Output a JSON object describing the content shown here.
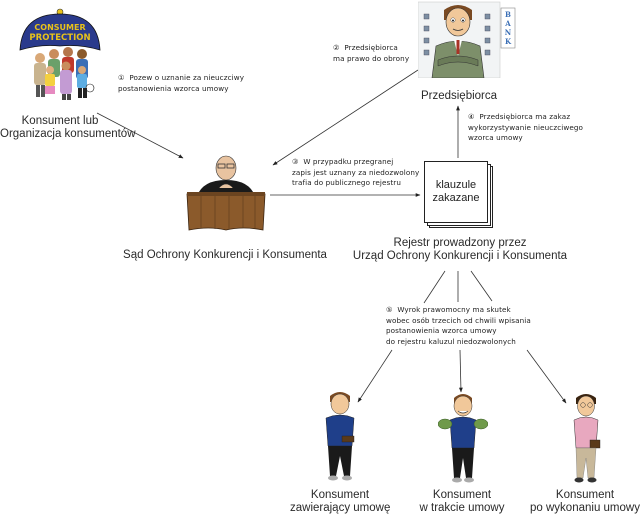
{
  "diagram": {
    "nodes": {
      "consumer": {
        "icon": "consumer-protection-umbrella-icon",
        "umbrella_text": "CONSUMER PROTECTION",
        "label_line1": "Konsument lub",
        "label_line2": "Organizacja konsumentów"
      },
      "entrepreneur": {
        "icon": "businessman-bank-icon",
        "bank_sign": "BANK",
        "label": "Przedsiębiorca"
      },
      "court": {
        "icon": "judge-icon",
        "label": "Sąd Ochrony Konkurencji i Konsumenta"
      },
      "register": {
        "icon": "document-stack-icon",
        "doc_line1": "klauzule",
        "doc_line2": "zakazane",
        "label_line1": "Rejestr prowadzony przez",
        "label_line2": "Urząd Ochrony Konkurencji i Konsumenta"
      },
      "consumer_entering": {
        "icon": "consumer-with-wallet-icon",
        "label_line1": "Konsument",
        "label_line2": "zawierający umowę"
      },
      "consumer_during": {
        "icon": "consumer-with-money-icon",
        "label_line1": "Konsument",
        "label_line2": "w trakcie umowy"
      },
      "consumer_after": {
        "icon": "consumer-empty-wallet-icon",
        "label_line1": "Konsument",
        "label_line2": "po wykonaniu umowy"
      }
    },
    "steps": [
      {
        "marker": "①",
        "lines": [
          "Pozew o uznanie za nieuczciwy",
          "postanowienia wzorca umowy"
        ]
      },
      {
        "marker": "②",
        "lines": [
          "Przedsiębiorca",
          "ma prawo do obrony"
        ]
      },
      {
        "marker": "③",
        "lines": [
          "W przypadku przegranej",
          "zapis jest uznany za niedozwolony",
          "trafia do publicznego rejestru"
        ]
      },
      {
        "marker": "④",
        "lines": [
          "Przedsiębiorca ma zakaz",
          "wykorzystywanie nieuczciwego",
          "wzorca umowy"
        ]
      },
      {
        "marker": "⑤",
        "lines": [
          "Wyrok prawomocny ma skutek",
          "wobec osób trzecich od chwili wpisania",
          "postanowienia wzorca umowy",
          "do rejestru kaluzul niedozwolonych"
        ]
      }
    ],
    "edges": [
      {
        "from": "consumer",
        "to": "court",
        "step": 1
      },
      {
        "from": "entrepreneur",
        "to": "court",
        "step": 2
      },
      {
        "from": "court",
        "to": "register",
        "step": 3
      },
      {
        "from": "register",
        "to": "entrepreneur",
        "step": 4
      },
      {
        "from": "register",
        "to": "consumer_entering",
        "step": 5
      },
      {
        "from": "register",
        "to": "consumer_during",
        "step": 5
      },
      {
        "from": "register",
        "to": "consumer_after",
        "step": 5
      }
    ],
    "colors": {
      "umbrella": "#2a3a8c",
      "umbrella_text": "#e8c21a",
      "bench": "#8b5a2b",
      "robe": "#1a1a1a",
      "suit_green": "#7d8f6a",
      "shirt_blue": "#1f3f8a",
      "shirt_pink": "#e8a8bf",
      "line": "#333333"
    }
  }
}
